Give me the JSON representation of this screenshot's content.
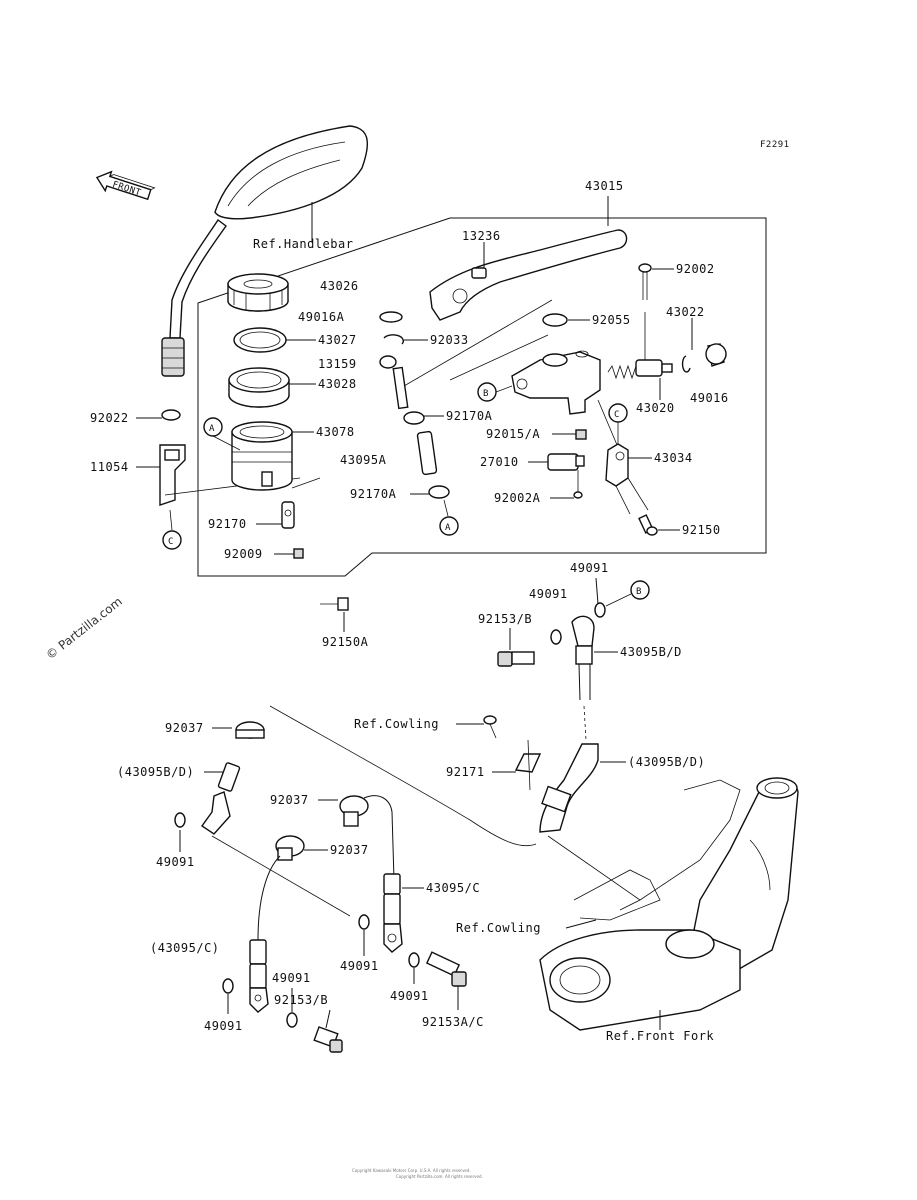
{
  "figure_id": "F2291",
  "watermark": "© Partzilla.com",
  "front_label": "FRONT",
  "callouts": {
    "43015": "43015",
    "13236": "13236",
    "92002_top": "92002",
    "43026": "43026",
    "49016A": "49016A",
    "43027": "43027",
    "13159": "13159",
    "43028": "43028",
    "43078": "43078",
    "92033": "92033",
    "92055": "92055",
    "43022": "43022",
    "43020": "43020",
    "49016": "49016",
    "92170A_top": "92170A",
    "92015A": "92015/A",
    "43034": "43034",
    "43095A": "43095A",
    "27010": "27010",
    "92170A_bot": "92170A",
    "92002A": "92002A",
    "92150": "92150",
    "92022": "92022",
    "11054": "11054",
    "92170": "92170",
    "92009": "92009",
    "92150A": "92150A",
    "49091_a": "49091",
    "49091_b": "49091",
    "92153B_top": "92153/B",
    "43095BD": "43095B/D",
    "ref_cowling_1": "Ref.Cowling",
    "92037_a": "92037",
    "43095BD_paren_left": "(43095B/D)",
    "92171": "92171",
    "43095BD_paren_right": "(43095B/D)",
    "92037_b": "92037",
    "92037_c": "92037",
    "49091_c": "49091",
    "43095C": "43095/C",
    "ref_cowling_2": "Ref.Cowling",
    "43095C_paren": "(43095/C)",
    "49091_d": "49091",
    "49091_e": "49091",
    "49091_f": "49091",
    "49091_g": "49091",
    "92153B_bot": "92153/B",
    "92153AC": "92153A/C",
    "ref_handlebar": "Ref.Handlebar",
    "ref_front_fork": "Ref.Front Fork"
  },
  "markers": {
    "A": "A",
    "B": "B",
    "C": "C"
  },
  "footer": {
    "line1": "Copyright Kawasaki Motors Corp. U.S.A. All rights reserved.",
    "line2": "Copyright Partzilla.com. All rights reserved."
  }
}
